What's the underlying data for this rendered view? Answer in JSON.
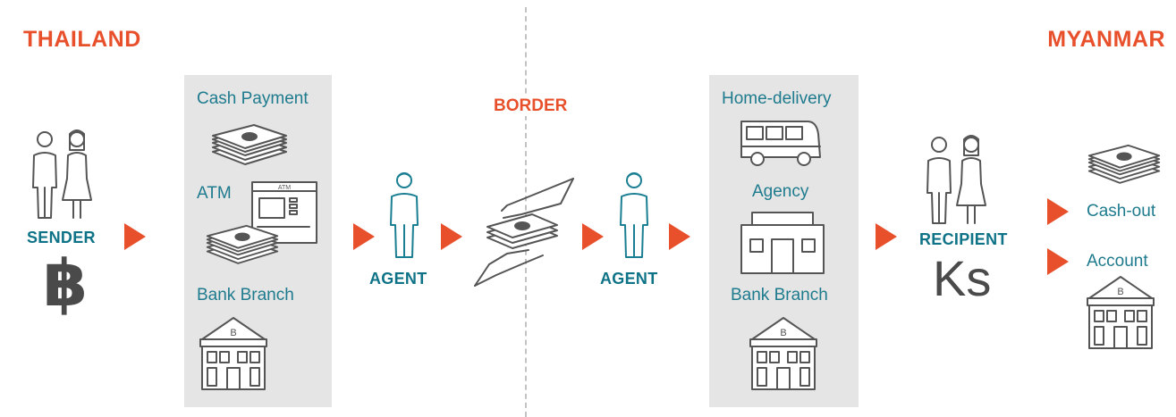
{
  "origin": {
    "country": "THAILAND"
  },
  "destination": {
    "country": "MYANMAR"
  },
  "border": {
    "label": "BORDER"
  },
  "sender": {
    "label": "SENDER",
    "currency": "฿"
  },
  "sending_channels": {
    "items": [
      {
        "label": "Cash Payment",
        "icon": "cash-stack-icon"
      },
      {
        "label": "ATM",
        "icon": "atm-icon"
      },
      {
        "label": "Bank Branch",
        "icon": "bank-building-icon"
      }
    ]
  },
  "agents": {
    "thailand_label": "AGENT",
    "myanmar_label": "AGENT"
  },
  "exchange": {
    "icon": "hand-to-hand-cash-icon"
  },
  "delivery_channels": {
    "items": [
      {
        "label": "Home-delivery",
        "icon": "bus-icon"
      },
      {
        "label": "Agency",
        "icon": "shop-icon"
      },
      {
        "label": "Bank Branch",
        "icon": "bank-building-icon"
      }
    ]
  },
  "recipient": {
    "label": "RECIPIENT",
    "currency": "Ks"
  },
  "payout_options": {
    "items": [
      {
        "label": "Cash-out",
        "icon": "cash-stack-icon"
      },
      {
        "label": "Account",
        "icon": "bank-building-icon"
      }
    ]
  },
  "colors": {
    "accent": "#e8502c",
    "teal": "#0f7387",
    "panel": "#e5e5e5",
    "icon_stroke": "#555555"
  }
}
